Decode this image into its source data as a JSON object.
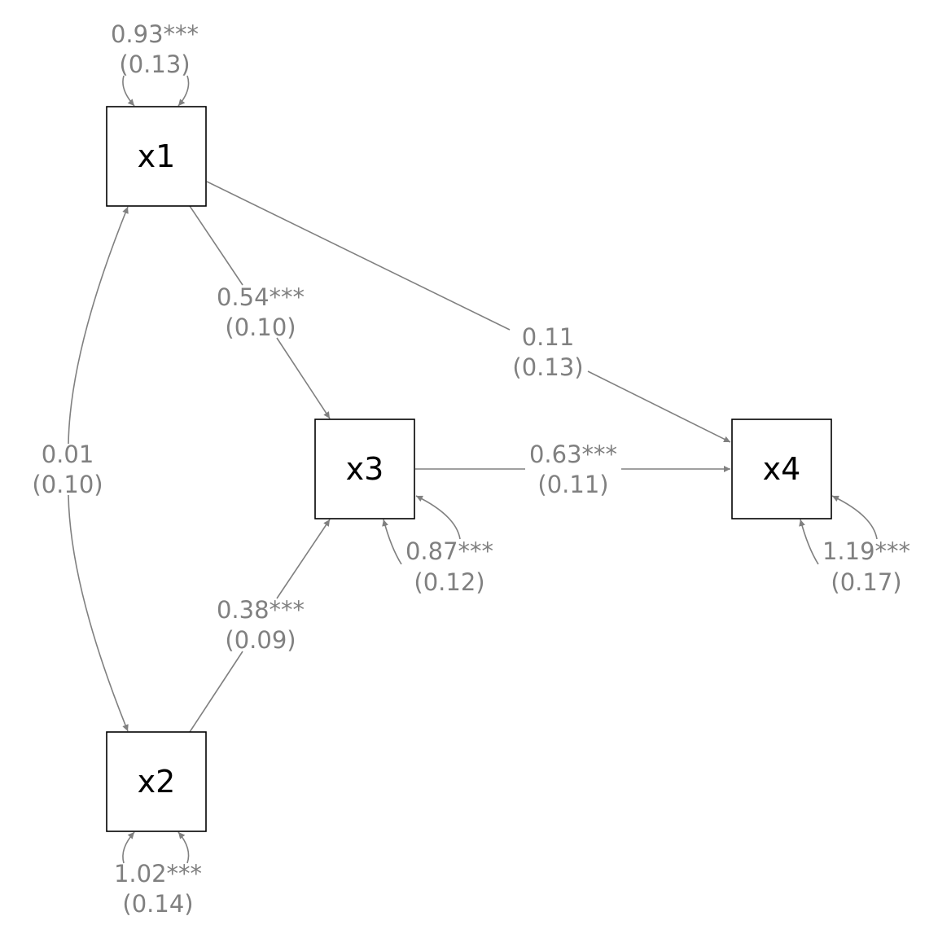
{
  "colors": {
    "node_border": "#000000",
    "edge": "#808080",
    "label": "#808080",
    "background": "#ffffff"
  },
  "nodes": {
    "x1": {
      "label": "x1"
    },
    "x2": {
      "label": "x2"
    },
    "x3": {
      "label": "x3"
    },
    "x4": {
      "label": "x4"
    }
  },
  "paths": {
    "x1_x3": {
      "estimate": "0.54***",
      "se": "(0.10)"
    },
    "x2_x3": {
      "estimate": "0.38***",
      "se": "(0.09)"
    },
    "x1_x4": {
      "estimate": "0.11",
      "se": "(0.13)"
    },
    "x3_x4": {
      "estimate": "0.63***",
      "se": "(0.11)"
    }
  },
  "covariances": {
    "x1_x2": {
      "estimate": "0.01",
      "se": "(0.10)"
    }
  },
  "variances": {
    "x1": {
      "estimate": "0.93***",
      "se": "(0.13)"
    },
    "x2": {
      "estimate": "1.02***",
      "se": "(0.14)"
    },
    "x3": {
      "estimate": "0.87***",
      "se": "(0.12)"
    },
    "x4": {
      "estimate": "1.19***",
      "se": "(0.17)"
    }
  }
}
